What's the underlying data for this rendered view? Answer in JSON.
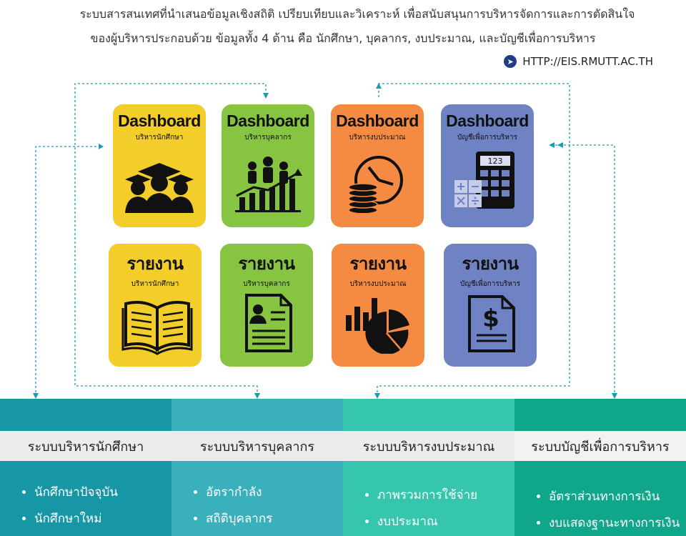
{
  "intro": {
    "line1": "ระบบสารสนเทศที่นำเสนอข้อมูลเชิงสถิติ เปรียบเทียบและวิเคราะห์ เพื่อสนับสนุนการบริหารจัดการและการตัดสินใจ",
    "line2": "ของผู้บริหารประกอบด้วย ข้อมูลทั้ง 4 ด้าน คือ นักศึกษา, บุคลากร, งบประมาณ, และบัญชีเพื่อการบริหาร",
    "url": "HTTP://EIS.RMUTT.AC.TH"
  },
  "tiles": {
    "dashboard_student": {
      "title": "Dashboard",
      "subtitle": "บริหารนักศึกษา"
    },
    "dashboard_personnel": {
      "title": "Dashboard",
      "subtitle": "บริหารบุคลากร"
    },
    "dashboard_budget": {
      "title": "Dashboard",
      "subtitle": "บริหารงบประมาณ"
    },
    "dashboard_accounting": {
      "title": "Dashboard",
      "subtitle": "บัญชีเพื่อการบริหาร",
      "calc_display": "123"
    },
    "report_student": {
      "title": "รายงาน",
      "subtitle": "บริหารนักศึกษา"
    },
    "report_personnel": {
      "title": "รายงาน",
      "subtitle": "บริหารบุคลากร"
    },
    "report_budget": {
      "title": "รายงาน",
      "subtitle": "บริหารงบประมาณ"
    },
    "report_accounting": {
      "title": "รายงาน",
      "subtitle": "บัญชีเพื่อการบริหาร"
    }
  },
  "systems": [
    {
      "title": "ระบบบริหารนักศึกษา",
      "items": [
        "นักศึกษาปัจจุบัน",
        "นักศึกษาใหม่"
      ]
    },
    {
      "title": "ระบบบริหารบุคลากร",
      "items": [
        "อัตรากำลัง",
        "สถิติบุคลากร"
      ]
    },
    {
      "title": "ระบบบริหารงบประมาณ",
      "items": [
        "ภาพรวมการใช้จ่าย",
        "งบประมาณ"
      ]
    },
    {
      "title": "ระบบบัญชีเพื่อการบริหาร",
      "items": [
        "อัตราส่วนทางการเงิน",
        "งบแสดงฐานะทางการเงิน"
      ]
    }
  ],
  "colors": {
    "yellow": "#f3cd2a",
    "green": "#86c441",
    "orange": "#f58b42",
    "purple": "#6f82c3",
    "connector": "#1a9bb0"
  }
}
